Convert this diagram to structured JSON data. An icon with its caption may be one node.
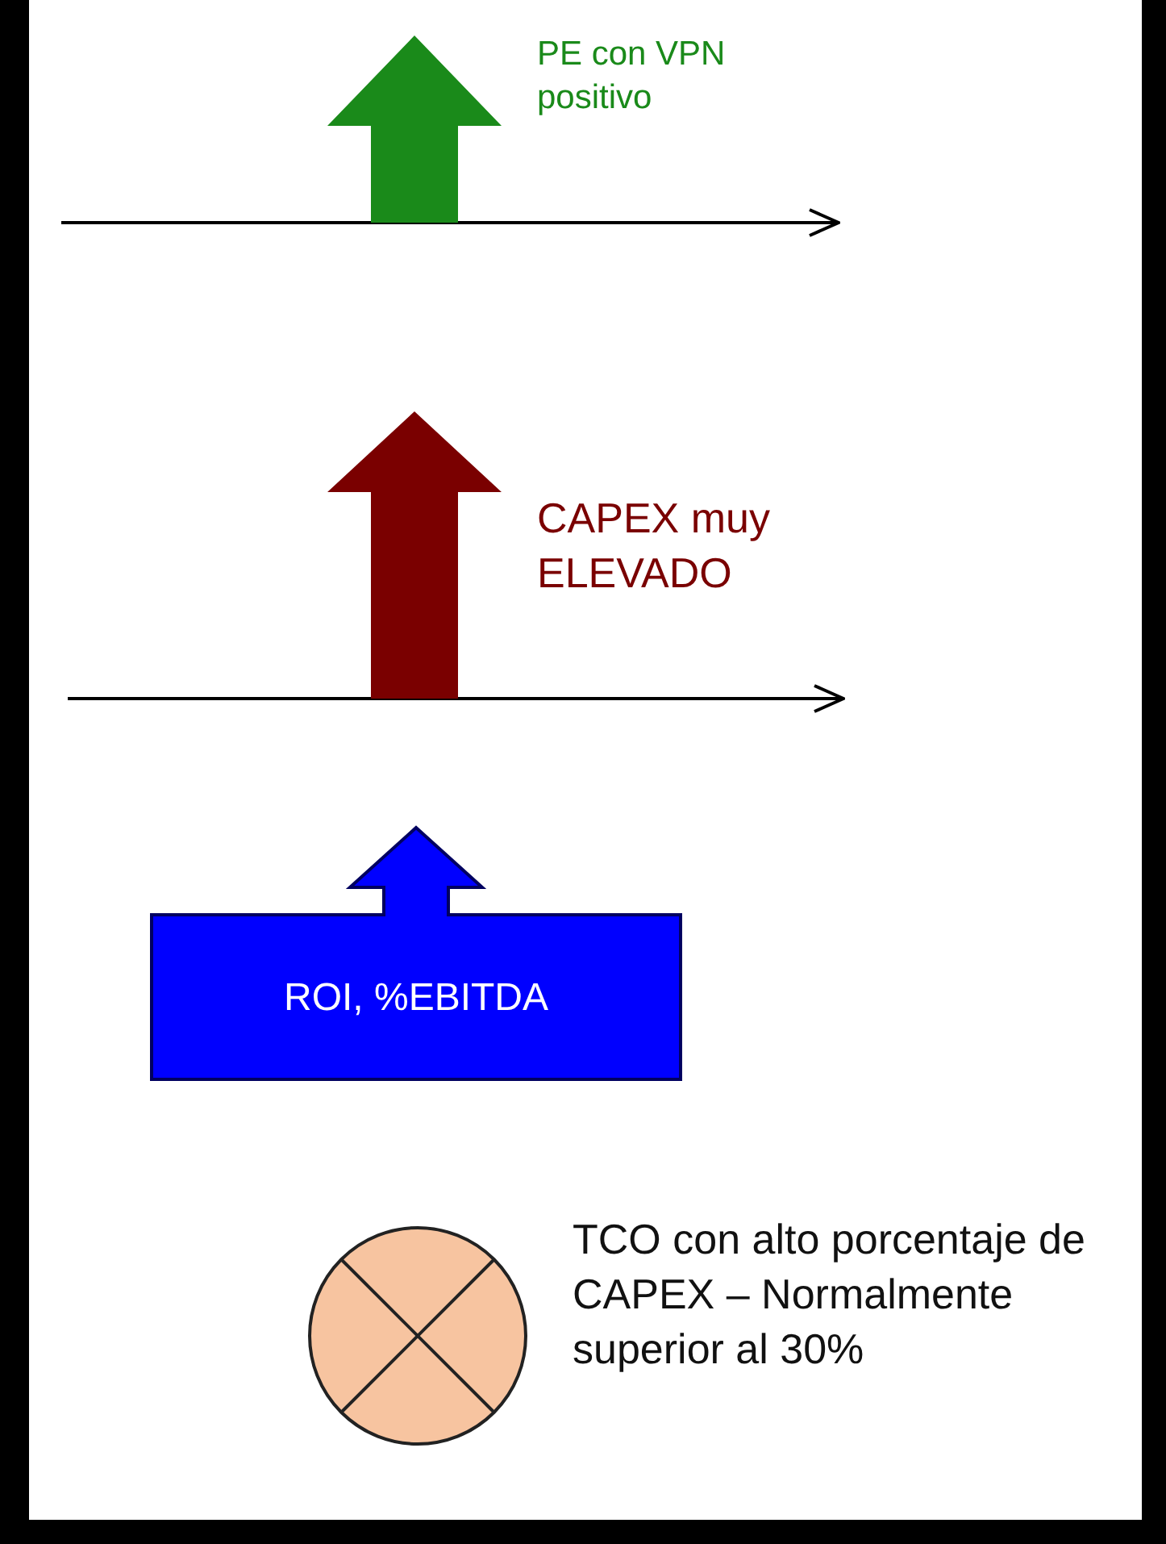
{
  "diagram": {
    "nodes": [
      {
        "text": [],
        "shape": "arrow",
        "beside": [
          "PE con VPN positivo"
        ]
      },
      {
        "text": [],
        "shape": "arrow",
        "beside": [
          "CAPEX muy ELEVADO"
        ]
      },
      {
        "text": [
          "ROI, %EBITDA"
        ]
      },
      {
        "text": [],
        "shape": "circle",
        "beside": [
          "TCO con alto porcentaje de CAPEX – Normalmente superior al 30%"
        ]
      }
    ],
    "edges": []
  }
}
